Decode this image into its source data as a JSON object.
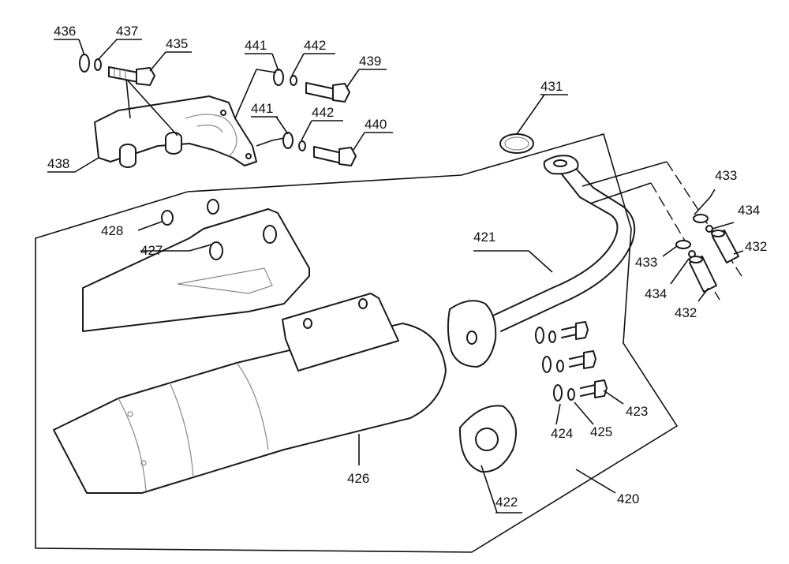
{
  "callouts": {
    "c420": "420",
    "c421": "421",
    "c422": "422",
    "c423": "423",
    "c424": "424",
    "c425": "425",
    "c426": "426",
    "c427": "427",
    "c428": "428",
    "c431": "431",
    "c432a": "432",
    "c432b": "432",
    "c433a": "433",
    "c433b": "433",
    "c434a": "434",
    "c434b": "434",
    "c435": "435",
    "c436": "436",
    "c437": "437",
    "c438": "438",
    "c439": "439",
    "c440": "440",
    "c441a": "441",
    "c441b": "441",
    "c442a": "442",
    "c442b": "442"
  }
}
